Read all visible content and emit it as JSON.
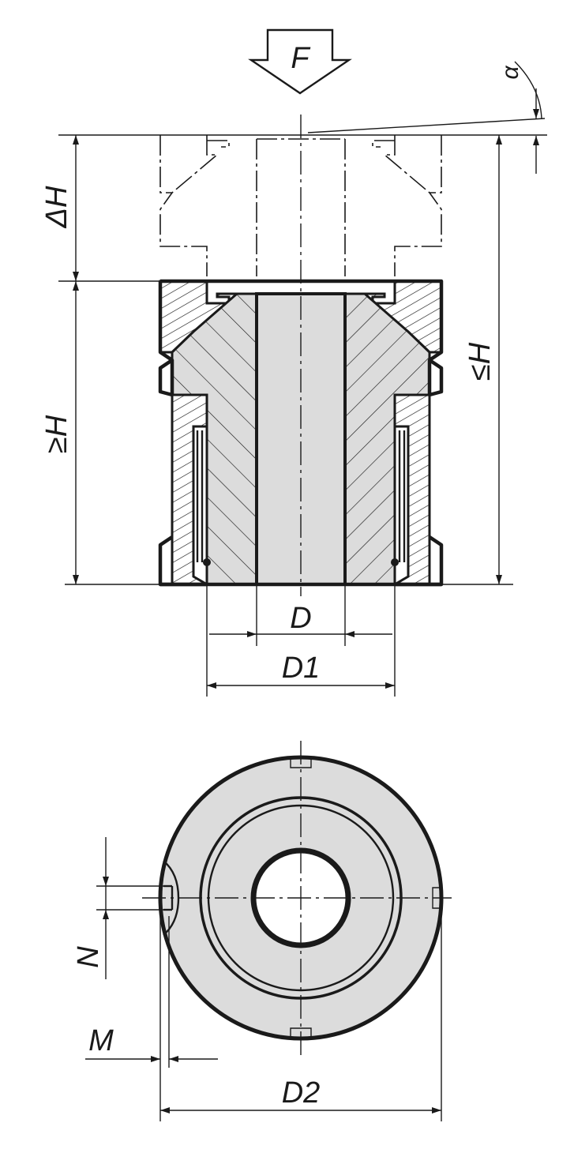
{
  "labels": {
    "force": "F",
    "angle": "α",
    "delta_h": "ΔH",
    "min_height": "≥H",
    "max_height": "≤H",
    "bore_diameter": "D",
    "body_diameter": "D1",
    "outer_diameter": "D2",
    "slot_width": "N",
    "slot_depth": "M"
  }
}
